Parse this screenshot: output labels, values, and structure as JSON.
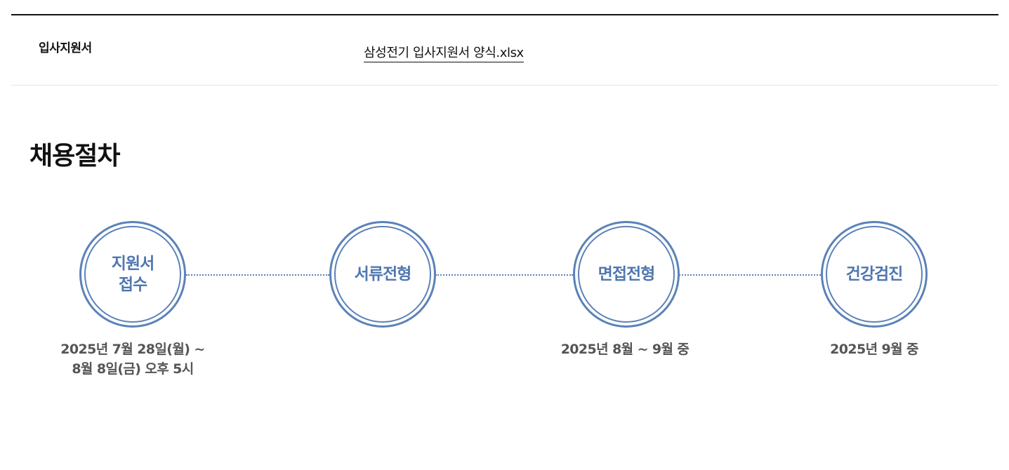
{
  "attachment": {
    "label": "입사지원서",
    "file_name": "삼성전기 입사지원서 양식.xlsx"
  },
  "process": {
    "title": "채용절차",
    "steps": [
      {
        "label": "지원서\n접수",
        "date": "2025년 7월 28일(월) ~\n8월 8일(금) 오후 5시"
      },
      {
        "label": "서류전형",
        "date": ""
      },
      {
        "label": "면접전형",
        "date": "2025년 8월 ~ 9월 중"
      },
      {
        "label": "건강검진",
        "date": "2025년 9월 중"
      }
    ]
  },
  "colors": {
    "accent": "#5b82b8",
    "step_text": "#4f77af",
    "date_text": "#555555"
  }
}
